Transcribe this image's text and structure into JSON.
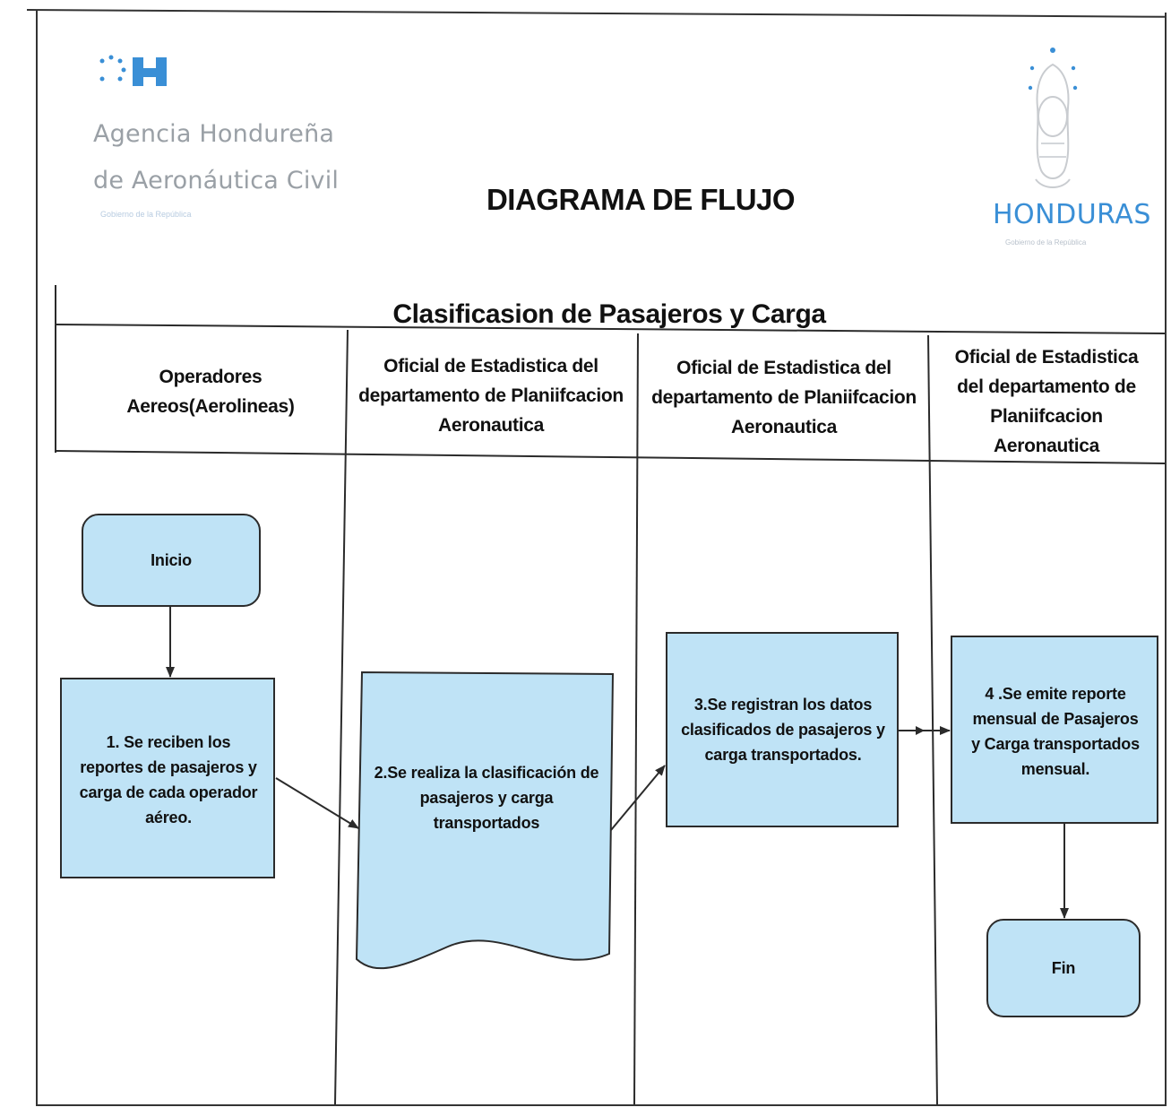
{
  "header": {
    "agency_logo": {
      "line1": "Agencia Hondureña",
      "line2": "de Aeronáutica Civil",
      "tagline": "Gobierno de la República"
    },
    "country_logo": {
      "word": "HONDURAS",
      "tagline": "Gobierno de la República"
    },
    "title": "DIAGRAMA DE FLUJO"
  },
  "diagram": {
    "title": "Clasificasion de Pasajeros y Carga",
    "lanes": [
      {
        "label": "Operadores Aereos(Aerolineas)"
      },
      {
        "label": "Oficial de Estadistica del departamento de Planiifcacion Aeronautica"
      },
      {
        "label": "Oficial de Estadistica del departamento de Planiifcacion Aeronautica"
      },
      {
        "label": "Oficial de Estadistica del departamento de Planiifcacion Aeronautica"
      }
    ],
    "nodes": {
      "start": "Inicio",
      "step1": "1. Se reciben los reportes de pasajeros y carga de cada operador aéreo.",
      "step2": "2.Se realiza la clasificación de pasajeros y carga transportados",
      "step3": "3.Se registran los datos clasificados de pasajeros y carga transportados.",
      "step4": "4 .Se emite reporte mensual de Pasajeros y Carga transportados mensual.",
      "end": "Fin"
    }
  },
  "colors": {
    "node_fill": "#bfe3f6",
    "stroke": "#2b2b2b",
    "logo_blue": "#3a8fd6",
    "logo_gray": "#9aa0a6"
  }
}
